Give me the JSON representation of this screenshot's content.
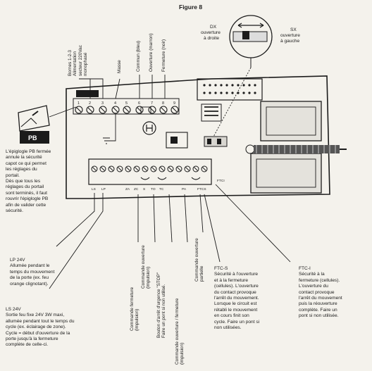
{
  "figure_title": "Figure 8",
  "switch_labels": {
    "dx": "DX\nouverture\nà droite",
    "sx": "SX\nouverture\nà gauche"
  },
  "top_vertical_labels": [
    "Bornes 1-2-3\nAlimentation\nsecteur 220Vac\nmonophasé",
    "Masse",
    "Commun (bleu)",
    "Ouverture (marron)",
    "Fermeture (noir)"
  ],
  "pb_label": "PB",
  "terminal_labels_top": [
    "1",
    "2",
    "3",
    "4",
    "5",
    "6",
    "7",
    "8",
    "9"
  ],
  "terminal_labels_bottom": [
    "LS",
    "LP",
    "ZA",
    "ZC",
    "S",
    "TO",
    "TC",
    "PA",
    "FTCS",
    "FTCI"
  ],
  "left_note_pb": "L'épiglogle PB fermée\nannule la sécurité\ncapot ce qui permet\nles réglages du\nportail.\nDès que tous les\nréglages du portail\nsont terminés, il faut\nrouvrir l'épiglogle PB\nafin de valider cette\nsécurité.",
  "left_note_lp": "LP 24V\nAllumée pendant le\ntemps du mouvement\nde la porte (ex. feu\norange clignotant).",
  "left_note_ls": "LS 24V\nSortie feu fixe 24V 3W maxi,\nallumée pendant tout le temps du\ncycle (ex. éclairage de zone).\nCycle = début d'ouverture de la\nporte jusqu'à la fermeture\ncomplète de celle-ci.",
  "bottom_vertical_labels": [
    "Commande fermeture\n(impulsion)",
    "Commande ouverture\n(impulsion)",
    "Bouton d'arrêt d'urgence \"STOP\"\nFaire un pont si non utilisé.",
    "Commande ouverture / fermeture\n(impulsion)",
    "Commande ouverture\npartielle"
  ],
  "ftcs_note": "FTC-S\nSécurité à l'ouverture\net à la fermeture\n(cellules). L'ouverture\ndu contact provoque\nl'arrêt du mouvement.\nLorsque le circuit est\nrétabli le mouvement\nen cours finit son\ncycle. Faire un pont si\nnon utilisées.",
  "ftci_note": "FTC-I\nSécurité à la\nfermeture (cellules).\nL'ouverture du\ncontact provoque\nl'arrêt du mouvement\npuis la réouverture\ncomplète. Faire un\npont si non utilisée."
}
